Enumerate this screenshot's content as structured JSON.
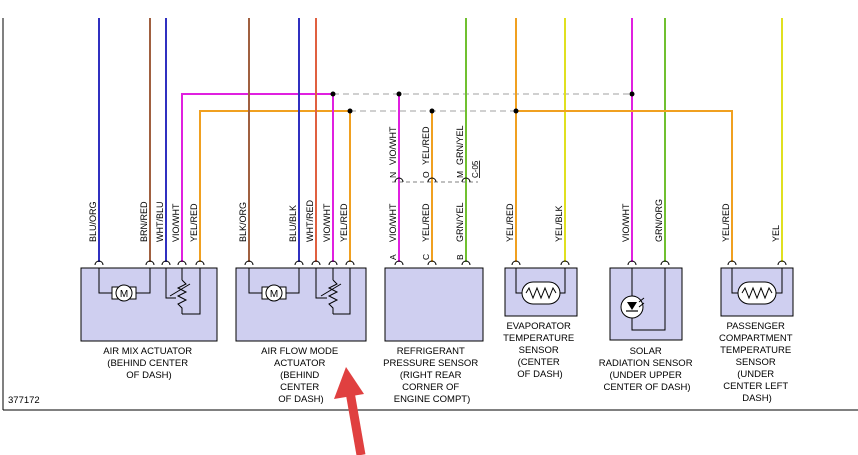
{
  "figure_id": "377172",
  "colors": {
    "violet": "#e020e0",
    "orange": "#f0a020",
    "blue": "#3030c0",
    "brown": "#a06040",
    "red": "#e06040",
    "green": "#70c030",
    "yellow": "#e0e020",
    "component_fill": "#cfcff0",
    "arrow": "#e04040"
  },
  "wires": {
    "w1": "BLU/ORG",
    "w2": "BRN/RED",
    "w3": "WHT/BLU",
    "w4": "VIO/WHT",
    "w5": "YEL/RED",
    "w6": "BLK/ORG",
    "w7": "BLU/BLK",
    "w8": "WHT/RED",
    "w9": "VIO/WHT",
    "w10": "YEL/RED",
    "w11": "VIO/WHT",
    "w12": "YEL/RED",
    "w13": "GRN/YEL",
    "w14": "YEL/RED",
    "w15": "YEL/BLK",
    "w16": "VIO/WHT",
    "w17": "GRN/ORG",
    "w18": "YEL/RED",
    "w19": "YEL"
  },
  "sensor_upper": {
    "pin_n": "N",
    "wire_n": "VIO/WHT",
    "pin_o": "O",
    "wire_o": "YEL/RED",
    "pin_m": "M",
    "wire_m": "GRN/YEL",
    "connector": "C-05"
  },
  "sensor_pins": {
    "a": "A",
    "c": "C",
    "b": "B"
  },
  "components": {
    "air_mix": [
      "AIR MIX ACTUATOR",
      "(BEHIND CENTER",
      "OF DASH)"
    ],
    "air_flow": [
      "AIR FLOW MODE",
      "ACTUATOR",
      "(BEHIND",
      "CENTER",
      "OF DASH)"
    ],
    "refrigerant": [
      "REFRIGERANT",
      "PRESSURE SENSOR",
      "(RIGHT REAR",
      "CORNER OF",
      "ENGINE COMPT)"
    ],
    "evaporator": [
      "EVAPORATOR",
      "TEMPERATURE",
      "SENSOR",
      "(CENTER",
      "OF DASH)"
    ],
    "solar": [
      "SOLAR",
      "RADIATION SENSOR",
      "(UNDER UPPER",
      "CENTER OF DASH)"
    ],
    "passenger": [
      "PASSENGER",
      "COMPARTMENT",
      "TEMPERATURE",
      "SENSOR",
      "(UNDER",
      "CENTER LEFT",
      "DASH)"
    ]
  }
}
